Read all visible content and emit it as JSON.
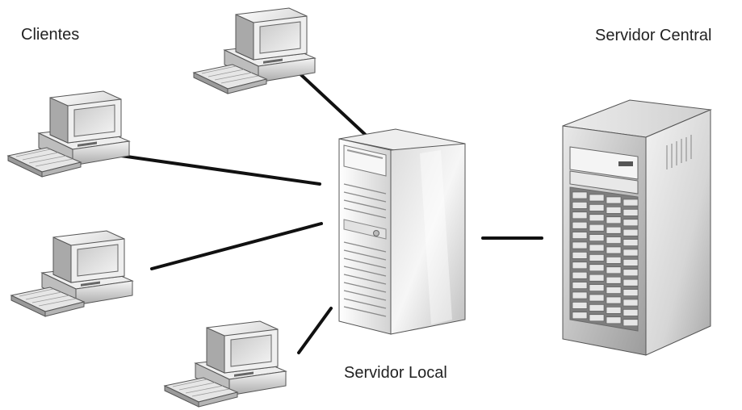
{
  "labels": {
    "clients": "Clientes",
    "central_server": "Servidor Central",
    "local_server": "Servidor Local"
  },
  "nodes": {
    "clients": [
      "client-computer",
      "client-computer",
      "client-computer",
      "client-computer"
    ],
    "local_server": "tower-server",
    "central_server": "rack-server"
  },
  "connections": [
    {
      "from": "client-1",
      "to": "local-server"
    },
    {
      "from": "client-2",
      "to": "local-server"
    },
    {
      "from": "client-3",
      "to": "local-server"
    },
    {
      "from": "client-4",
      "to": "local-server"
    },
    {
      "from": "local-server",
      "to": "central-server"
    }
  ],
  "colors": {
    "line": "#111111",
    "device_light": "#f2f2f2",
    "device_mid": "#c8c8c8",
    "device_dark": "#7a7a7a",
    "screen": "#d9d9d9"
  }
}
